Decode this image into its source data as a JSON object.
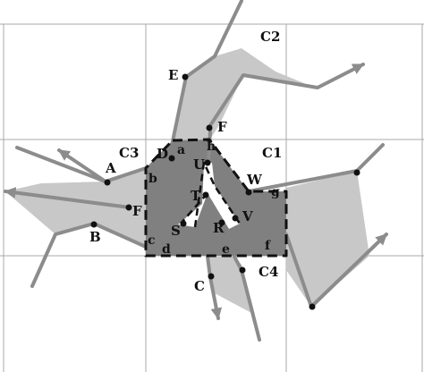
{
  "colors": {
    "background": "#ffffff",
    "grid": "#a8a8a8",
    "light_region": "#c8c8c8",
    "dark_region": "#808080",
    "path_line": "#8c8c8c",
    "dashed_boundary": "#111111",
    "points": "#111111"
  },
  "labels": {
    "cells": {
      "c1": "C1",
      "c2": "C2",
      "c3": "C3",
      "c4": "C4"
    },
    "outer_points": {
      "A": "A",
      "B": "B",
      "C": "C",
      "D": "D",
      "E": "E",
      "F_top": "F",
      "F_left": "F",
      "W": "W"
    },
    "inner_points": {
      "U": "U",
      "T": "T",
      "S": "S",
      "R": "R",
      "V": "V"
    },
    "boundary_corners": {
      "a": "a",
      "b": "b",
      "c": "c",
      "d": "d",
      "e": "e",
      "f": "f",
      "g": "g",
      "h": "h"
    }
  }
}
